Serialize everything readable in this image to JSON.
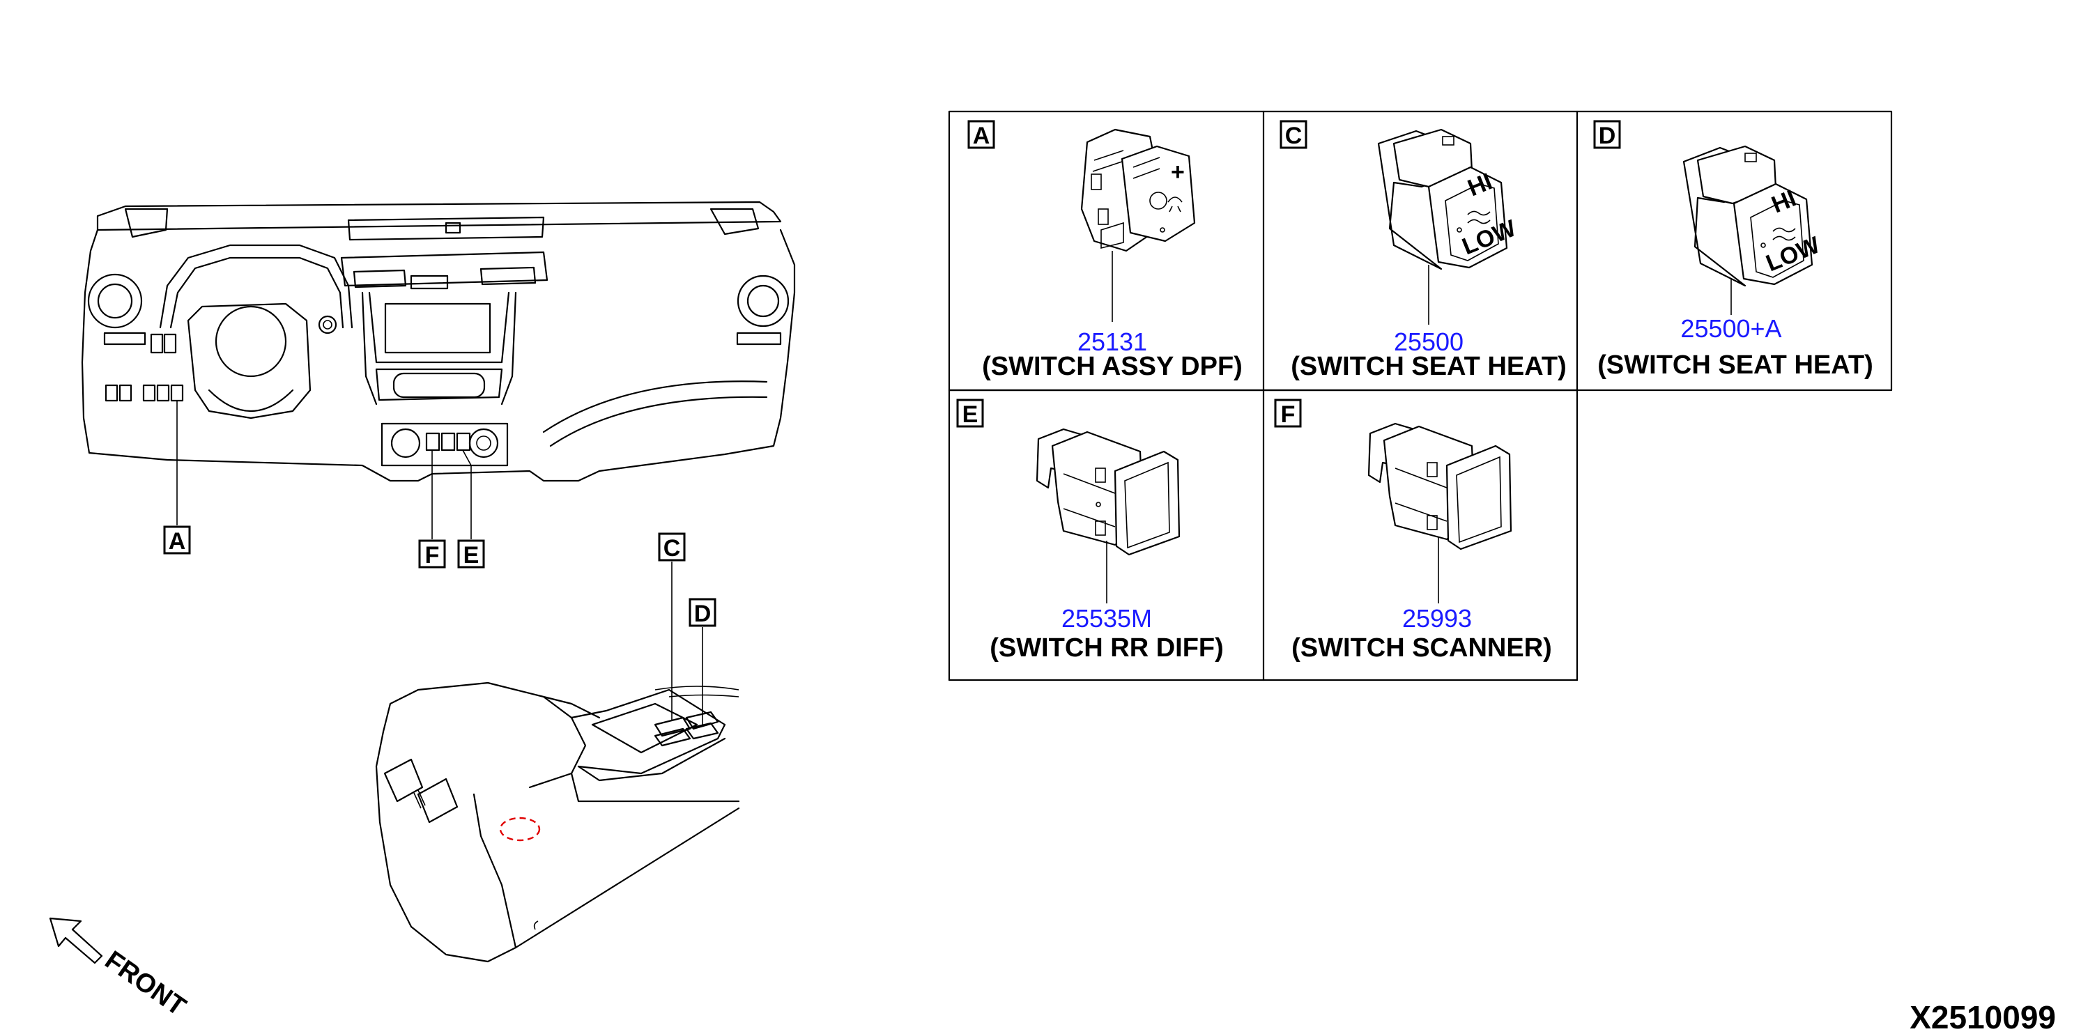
{
  "diagram": {
    "reference_code": "X2510099",
    "front_label": "FRONT",
    "callouts": {
      "a": "A",
      "c": "C",
      "d": "D",
      "e": "E",
      "f": "F"
    },
    "parts": [
      {
        "tag": "A",
        "part_number": "25131",
        "description": "(SWITCH ASSY DPF)"
      },
      {
        "tag": "C",
        "part_number": "25500",
        "description": "(SWITCH SEAT HEAT)"
      },
      {
        "tag": "D",
        "part_number": "25500+A",
        "description": "(SWITCH SEAT HEAT)"
      },
      {
        "tag": "E",
        "part_number": "25535M",
        "description": "(SWITCH RR DIFF)"
      },
      {
        "tag": "F",
        "part_number": "25993",
        "description": "(SWITCH SCANNER)"
      }
    ],
    "switch_legend": {
      "hi": "HI",
      "low": "LOW"
    },
    "colors": {
      "part_number": "#1a1aff",
      "hidden_marker": "#e00000",
      "line": "#000000"
    }
  }
}
